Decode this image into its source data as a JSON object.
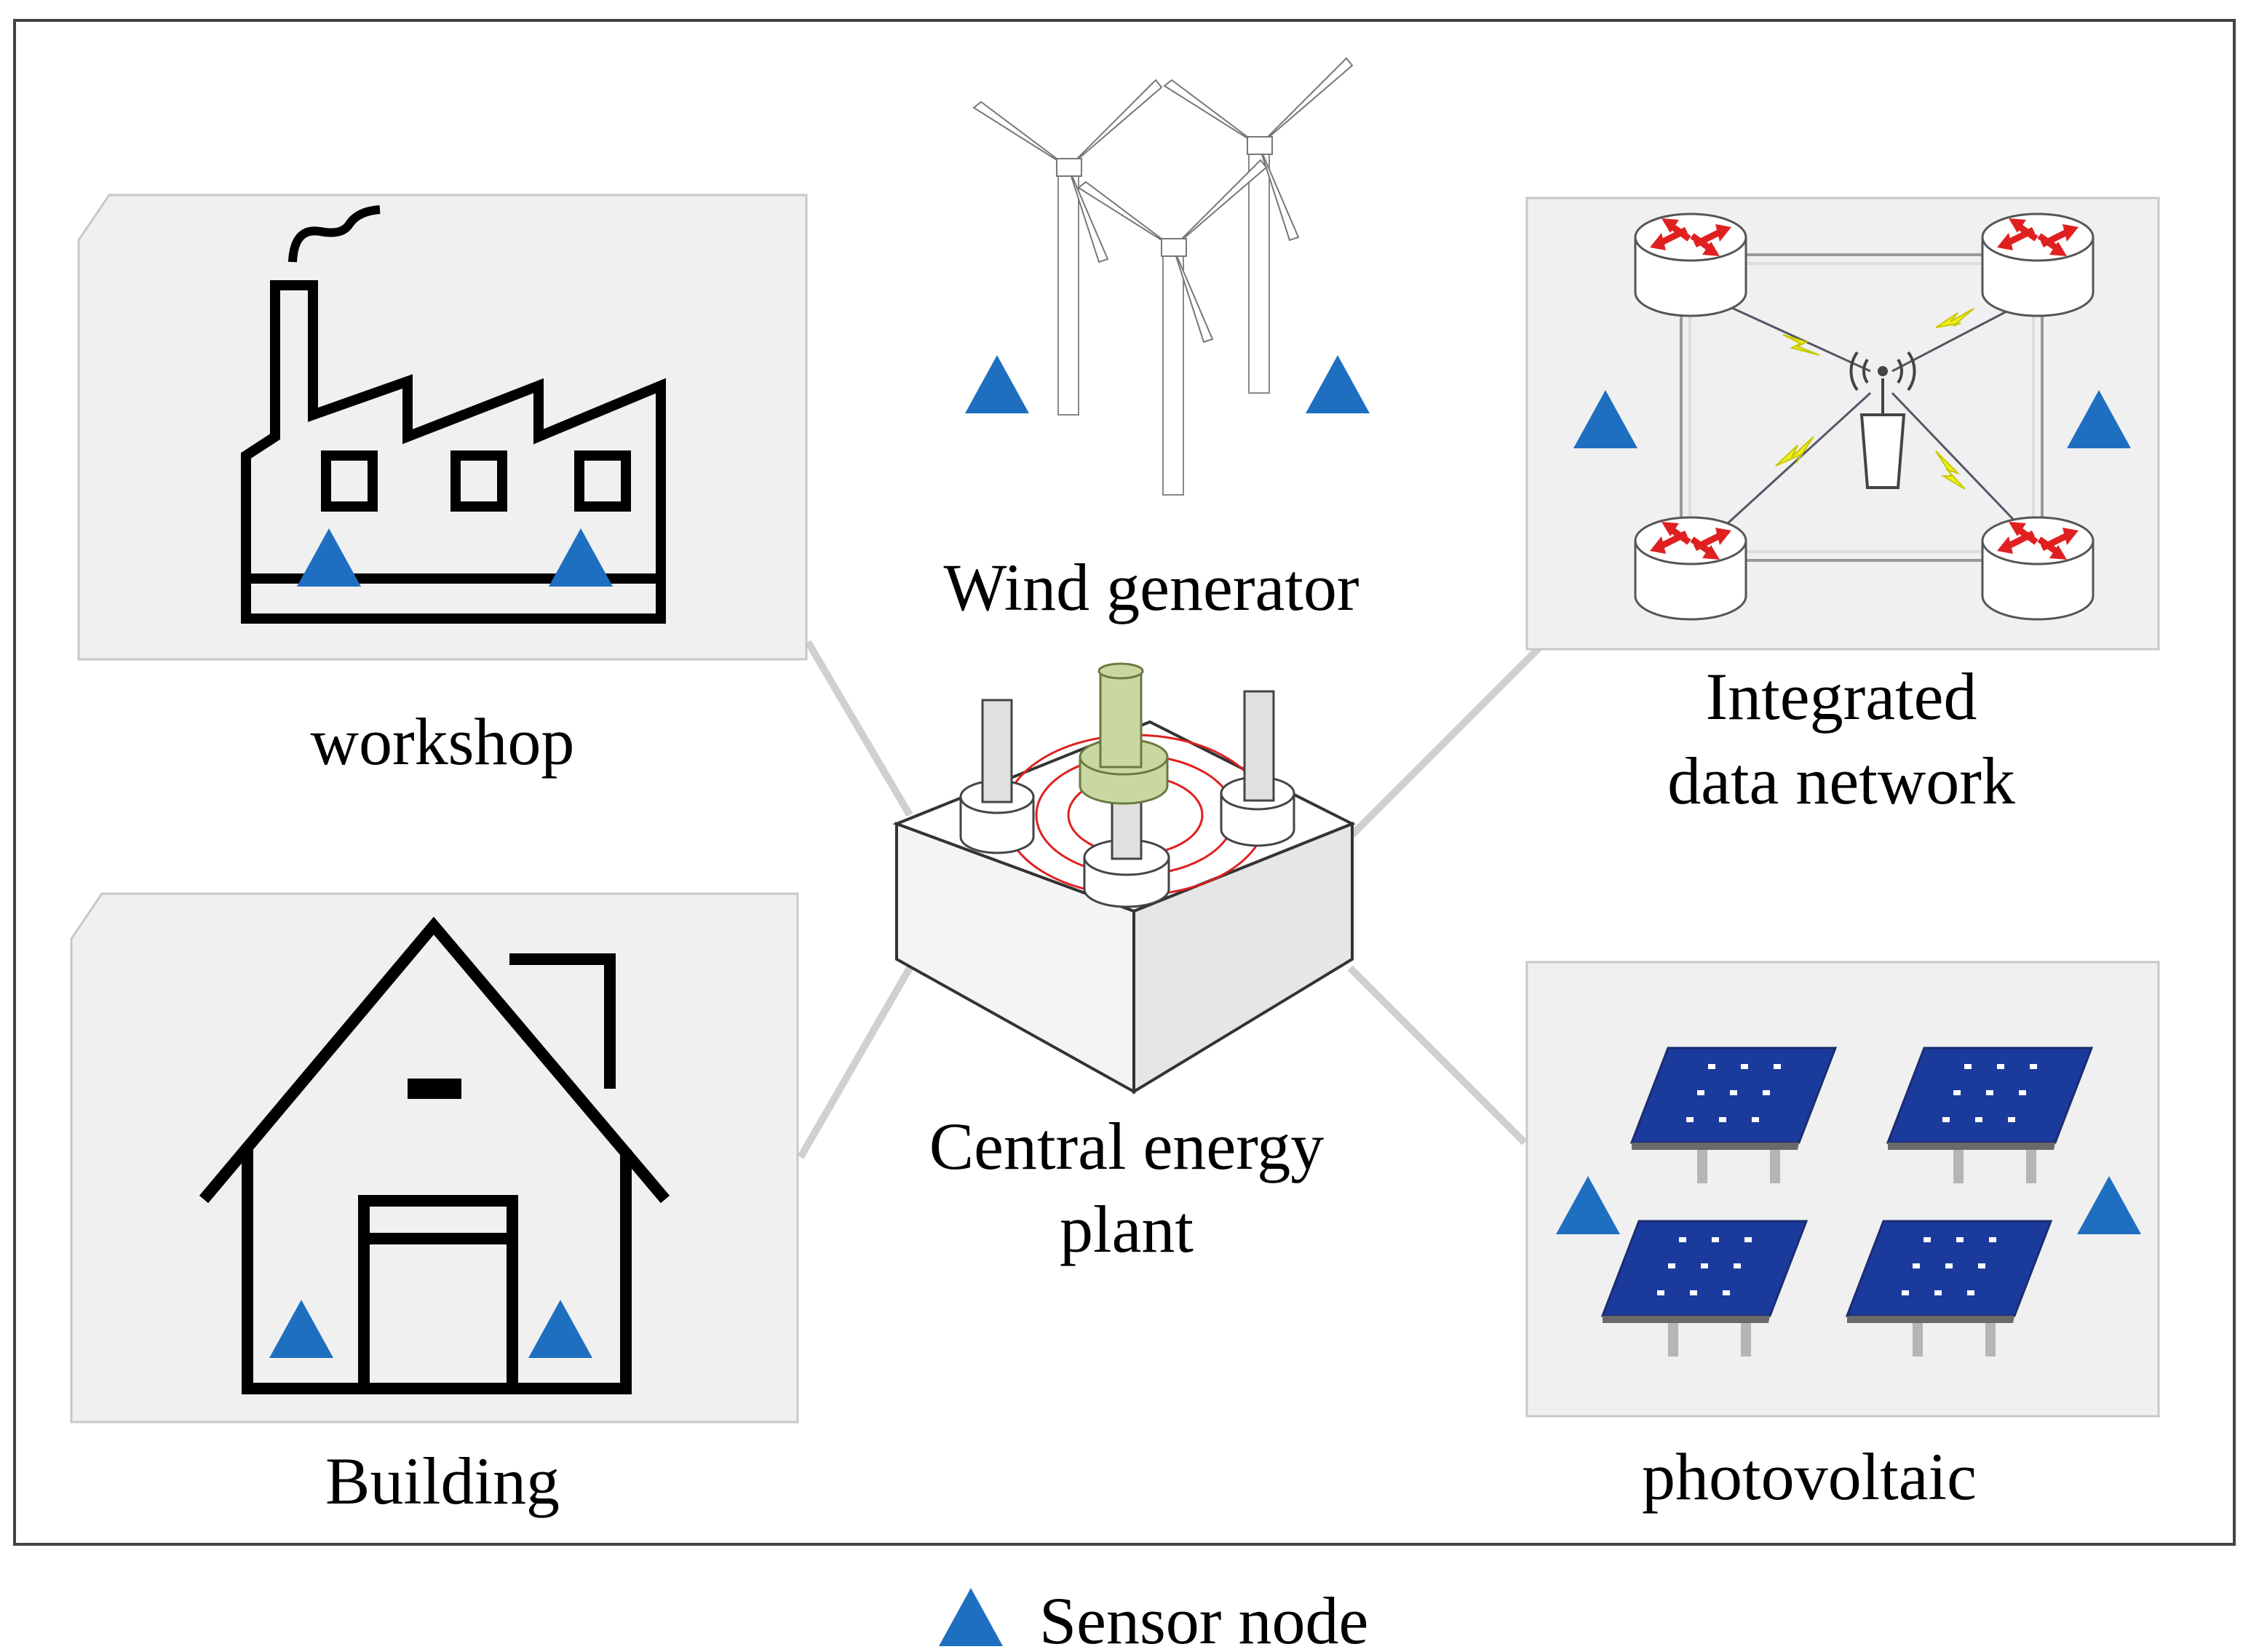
{
  "labels": {
    "workshop": "workshop",
    "wind": "Wind generator",
    "network_line1": "Integrated",
    "network_line2": "data network",
    "building": "Building",
    "plant_line1": "Central energy",
    "plant_line2": "plant",
    "photovoltaic": "photovoltaic"
  },
  "legend": {
    "sensor_label": "Sensor node"
  },
  "colors": {
    "sensor": "#1f6fc1",
    "panel_bg": "#f0f0f0",
    "solar_cell": "#1a3a9c",
    "router_arrow": "#e02020",
    "plant_ring": "#e02020",
    "wireless": "#f0f020",
    "fuel_rod": "#c9d8a0"
  },
  "icons": [
    "factory-icon",
    "wind-turbine-icon",
    "router-icon",
    "antenna-icon",
    "house-icon",
    "nuclear-plant-icon",
    "solar-panel-icon",
    "sensor-triangle-icon"
  ]
}
